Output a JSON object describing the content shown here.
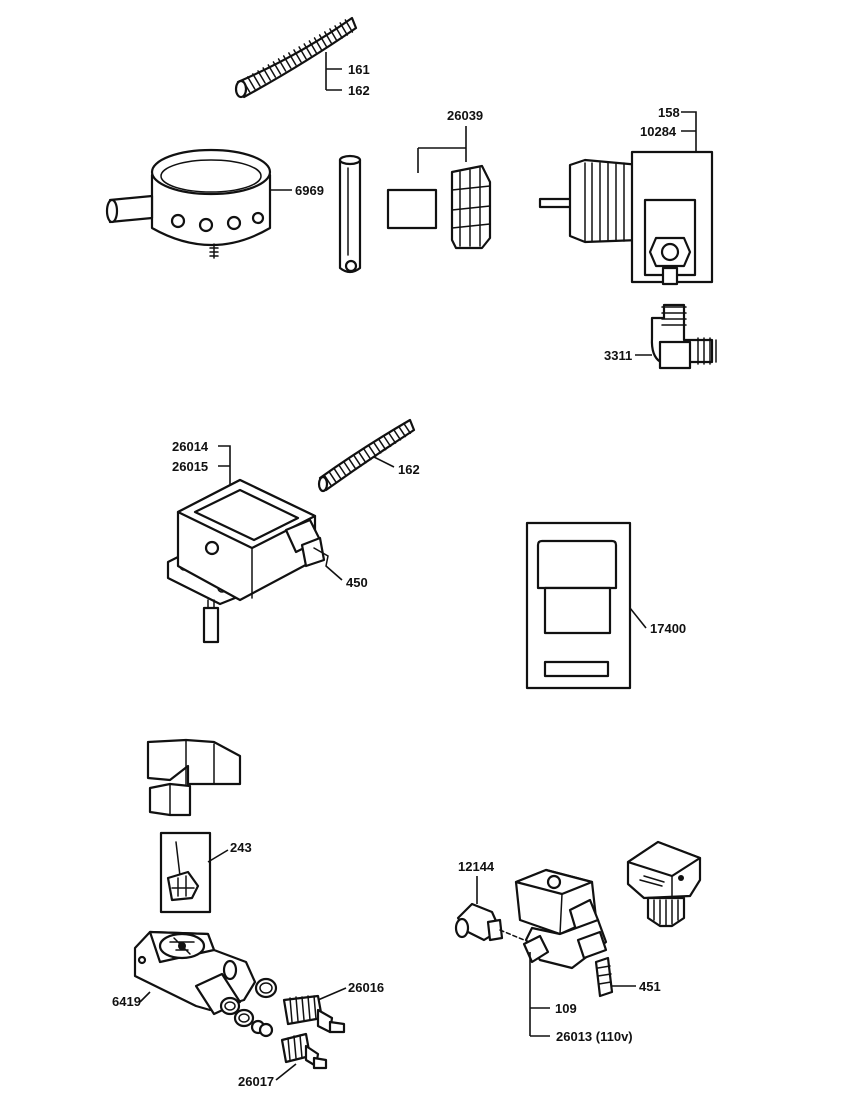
{
  "labels": {
    "p161": "161",
    "p162a": "162",
    "p26039": "26039",
    "p158": "158",
    "p10284": "10284",
    "p6969": "6969",
    "p3311": "3311",
    "p26014": "26014",
    "p26015": "26015",
    "p162b": "162",
    "p450": "450",
    "p17400": "17400",
    "p243": "243",
    "p12144": "12144",
    "p451": "451",
    "p109": "109",
    "p26013": "26013 (110v)",
    "p6419": "6419",
    "p26016": "26016",
    "p26017": "26017"
  }
}
